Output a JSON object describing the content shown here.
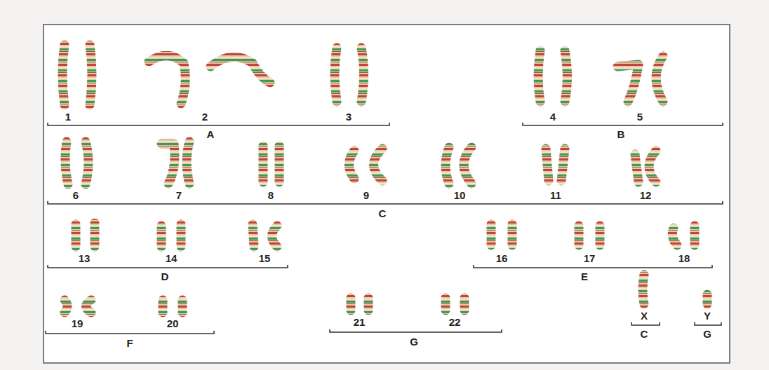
{
  "diagram": {
    "labels": [
      "1",
      "2",
      "3",
      "A",
      "4",
      "5",
      "B",
      "6",
      "7",
      "8",
      "9",
      "10",
      "11",
      "12",
      "C",
      "13",
      "14",
      "15",
      "D",
      "16",
      "17",
      "18",
      "E",
      "19",
      "20",
      "21",
      "22",
      "X",
      "Y",
      "F",
      "G",
      "C",
      "G"
    ]
  }
}
